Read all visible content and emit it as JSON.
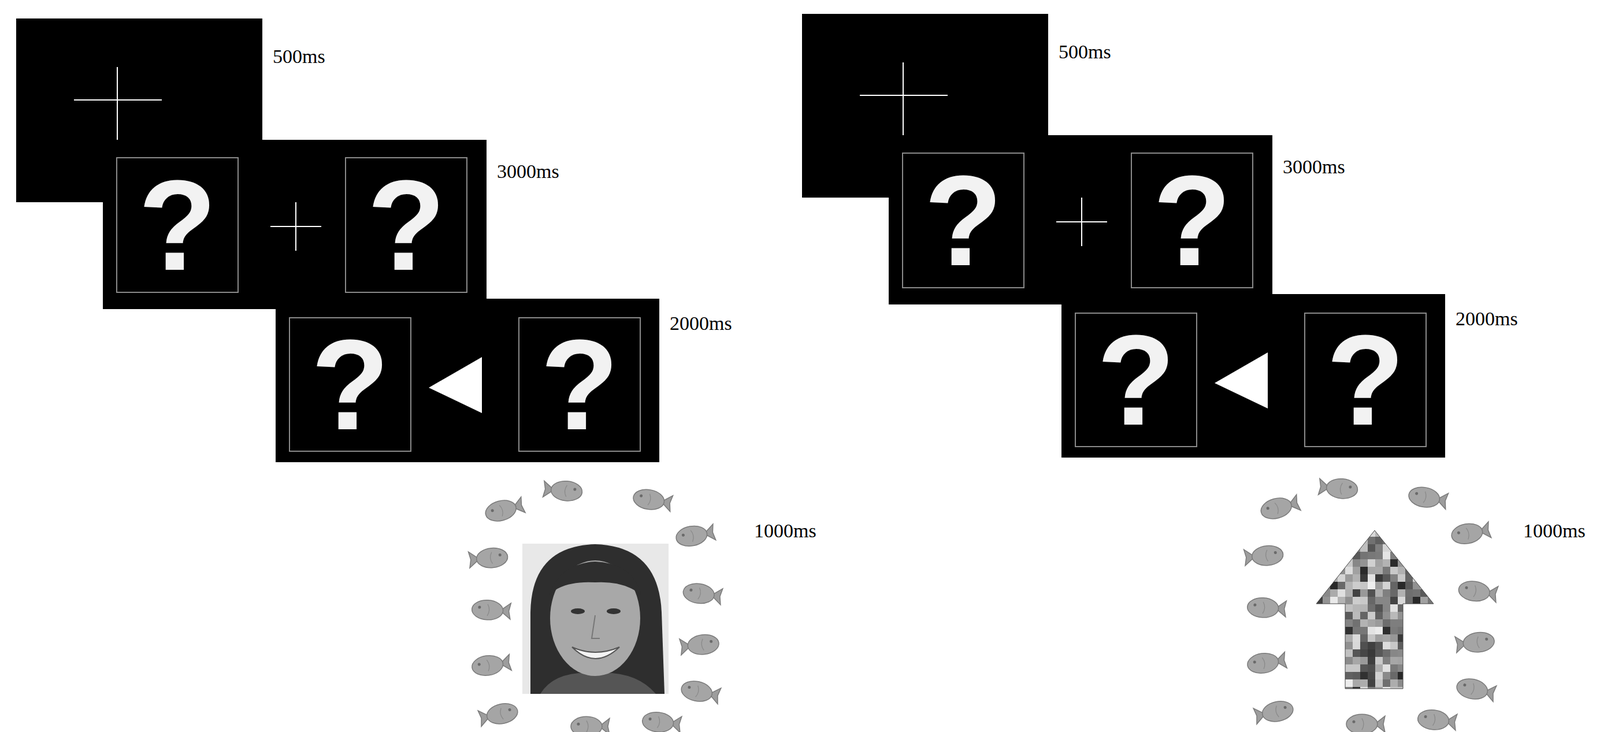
{
  "diagram": {
    "nodes": [
      {
        "text": [
          "500ms"
        ]
      },
      {
        "text": [
          "3000ms"
        ]
      },
      {
        "text": [
          "?"
        ],
        "in": 1
      },
      {
        "text": [
          "?"
        ],
        "in": 1
      },
      {
        "text": [
          "2000ms"
        ]
      },
      {
        "text": [
          "?"
        ],
        "in": 4
      },
      {
        "text": [
          "?"
        ],
        "in": 4
      },
      {
        "text": [
          "500ms"
        ]
      },
      {
        "text": [
          "3000ms"
        ]
      },
      {
        "text": [
          "?"
        ],
        "in": 8
      },
      {
        "text": [
          "?"
        ],
        "in": 8
      },
      {
        "text": [
          "2000ms"
        ]
      },
      {
        "text": [
          "?"
        ],
        "in": 11
      },
      {
        "text": [
          "?"
        ],
        "in": 11
      }
    ],
    "labels": [
      "1000ms",
      "1000ms"
    ]
  }
}
